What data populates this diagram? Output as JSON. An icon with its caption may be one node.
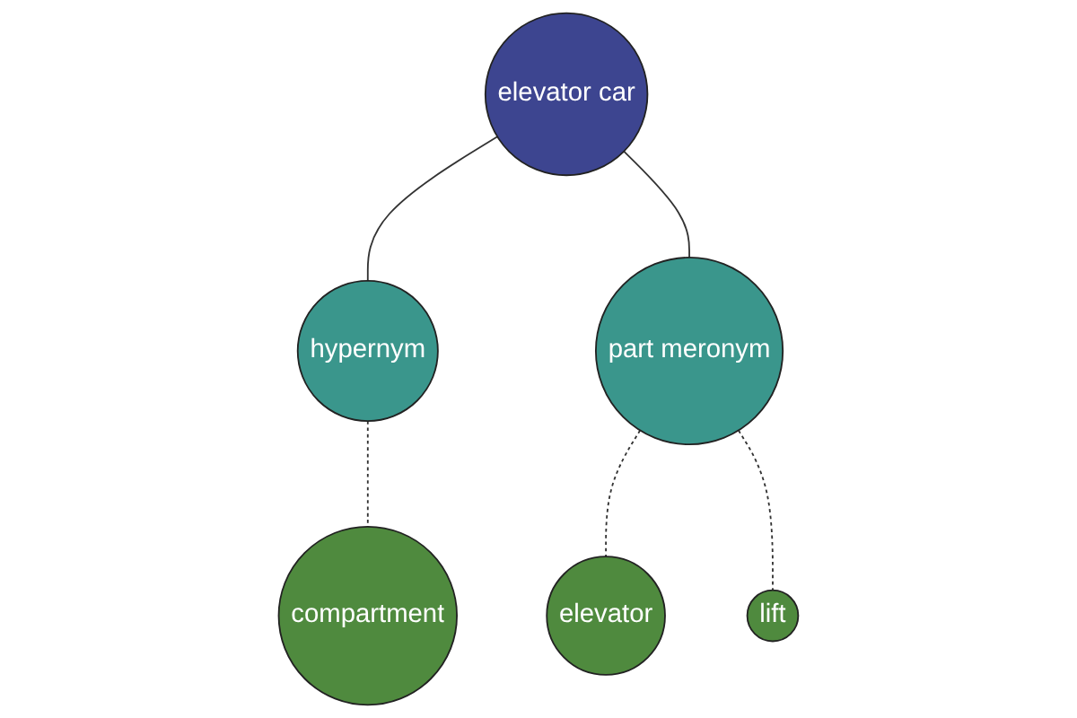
{
  "diagram": {
    "nodes": [
      {
        "text": [
          "compartment"
        ]
      },
      {
        "text": [
          "hypernym"
        ]
      },
      {
        "text": [
          "elevator car"
        ]
      },
      {
        "text": [
          "part meronym"
        ]
      },
      {
        "text": [
          "elevator"
        ]
      },
      {
        "text": [
          "lift"
        ]
      }
    ],
    "edges": [
      {
        "from": 1,
        "to": 0,
        "arrow": "none",
        "style": "dashed"
      },
      {
        "from": 2,
        "to": 1,
        "arrow": "none"
      },
      {
        "from": 2,
        "to": 3,
        "arrow": "none"
      },
      {
        "from": 3,
        "to": 4,
        "arrow": "none",
        "style": "dashed"
      },
      {
        "from": 3,
        "to": 5,
        "arrow": "none",
        "style": "dashed"
      }
    ]
  }
}
